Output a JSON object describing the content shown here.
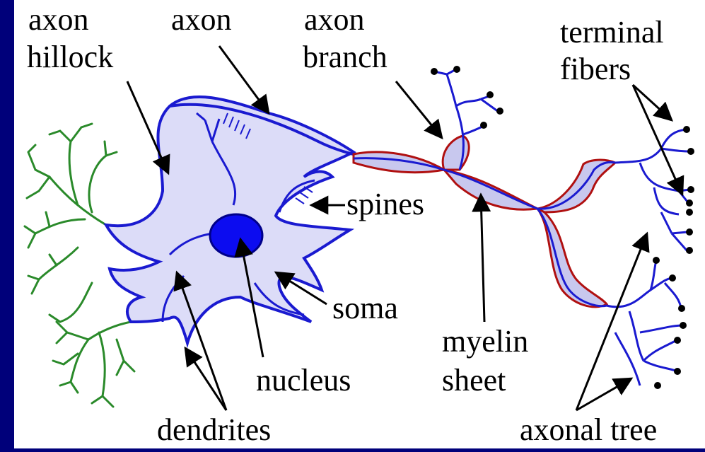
{
  "labels": {
    "axon_hillock_line1": "axon",
    "axon_hillock_line2": "hillock",
    "axon": "axon",
    "axon_branch_line1": "axon",
    "axon_branch_line2": "branch",
    "terminal_fibers_line1": "terminal",
    "terminal_fibers_line2": "fibers",
    "spines": "spines",
    "soma": "soma",
    "nucleus": "nucleus",
    "myelin_sheet_line1": "myelin",
    "myelin_sheet_line2": "sheet",
    "dendrites": "dendrites",
    "axonal_tree": "axonal tree"
  },
  "colors": {
    "background_frame": "#00007a",
    "panel": "#ffffff",
    "cell_fill": "#dcdcf8",
    "cell_outline": "#1a1ad0",
    "nucleus": "#0c0cf0",
    "dendrite_tree": "#2a8a2a",
    "myelin": "#b01010",
    "myelin_fill": "#c8c8ee",
    "terminal_dot": "#000000",
    "arrow": "#000000"
  }
}
